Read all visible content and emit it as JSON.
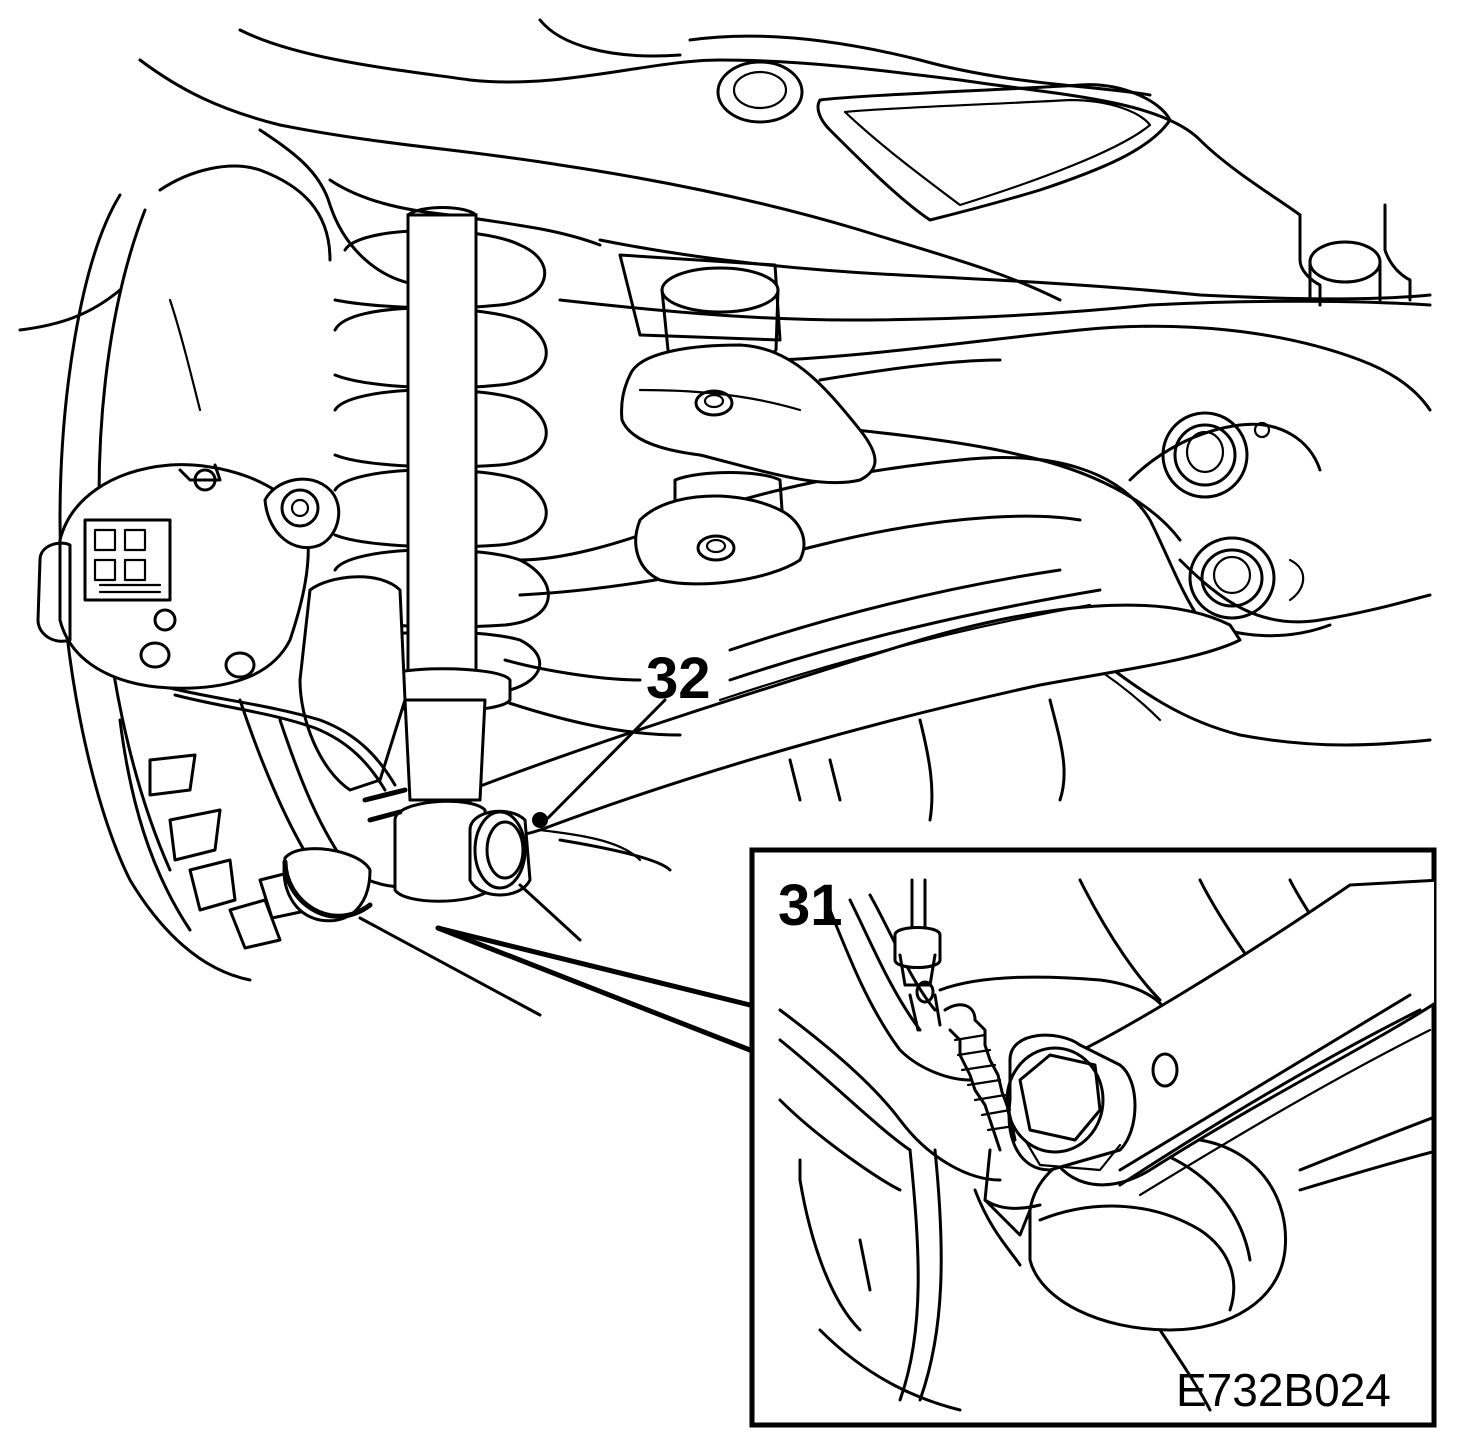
{
  "diagram": {
    "callouts": [
      {
        "id": "part-32",
        "label": "32"
      },
      {
        "id": "part-31",
        "label": "31"
      }
    ],
    "figure_code": "E732B024",
    "colors": {
      "ink": "#000000",
      "paper": "#ffffff"
    }
  }
}
